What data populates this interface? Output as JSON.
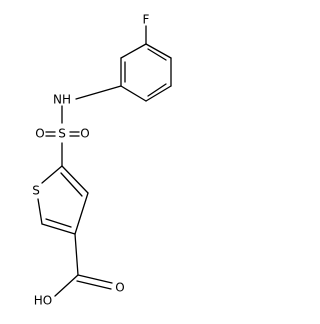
{
  "molecule": {
    "atoms": {
      "fluorine": "F",
      "amine": "NH",
      "sulfur_sulfonyl": "S",
      "oxygen_sulfonyl_left": "O",
      "oxygen_sulfonyl_right": "O",
      "sulfur_thiophene": "S",
      "oxygen_carbonyl": "O",
      "hydroxyl": "HO"
    }
  }
}
